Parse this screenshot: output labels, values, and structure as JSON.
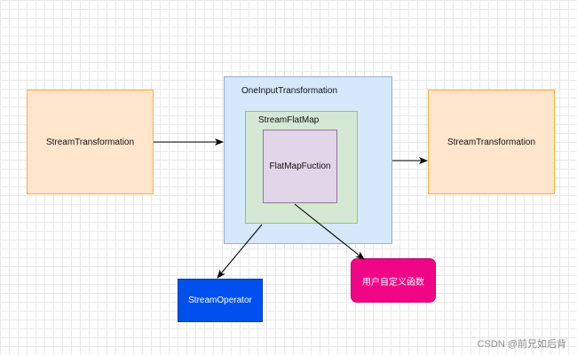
{
  "nodes": {
    "stream_transformation_left": "StreamTransformation",
    "one_input_transformation": "OneInputTransformation",
    "stream_flat_map": "StreamFlatMap",
    "flat_map_function": "FlatMapFuction",
    "stream_transformation_right": "StreamTransformation",
    "stream_operator": "StreamOperator",
    "user_defined_function": "用户自定义函数"
  },
  "watermark": "CSDN @前兄如后背",
  "colors": {
    "orange_fill": "#ffe6cc",
    "orange_stroke": "#f5b041",
    "blue_fill": "#d6e8fc",
    "green_fill": "#d5e8d4",
    "purple_fill": "#e1d5e7",
    "operator_blue": "#0050ef",
    "udf_pink": "#ef0585"
  }
}
